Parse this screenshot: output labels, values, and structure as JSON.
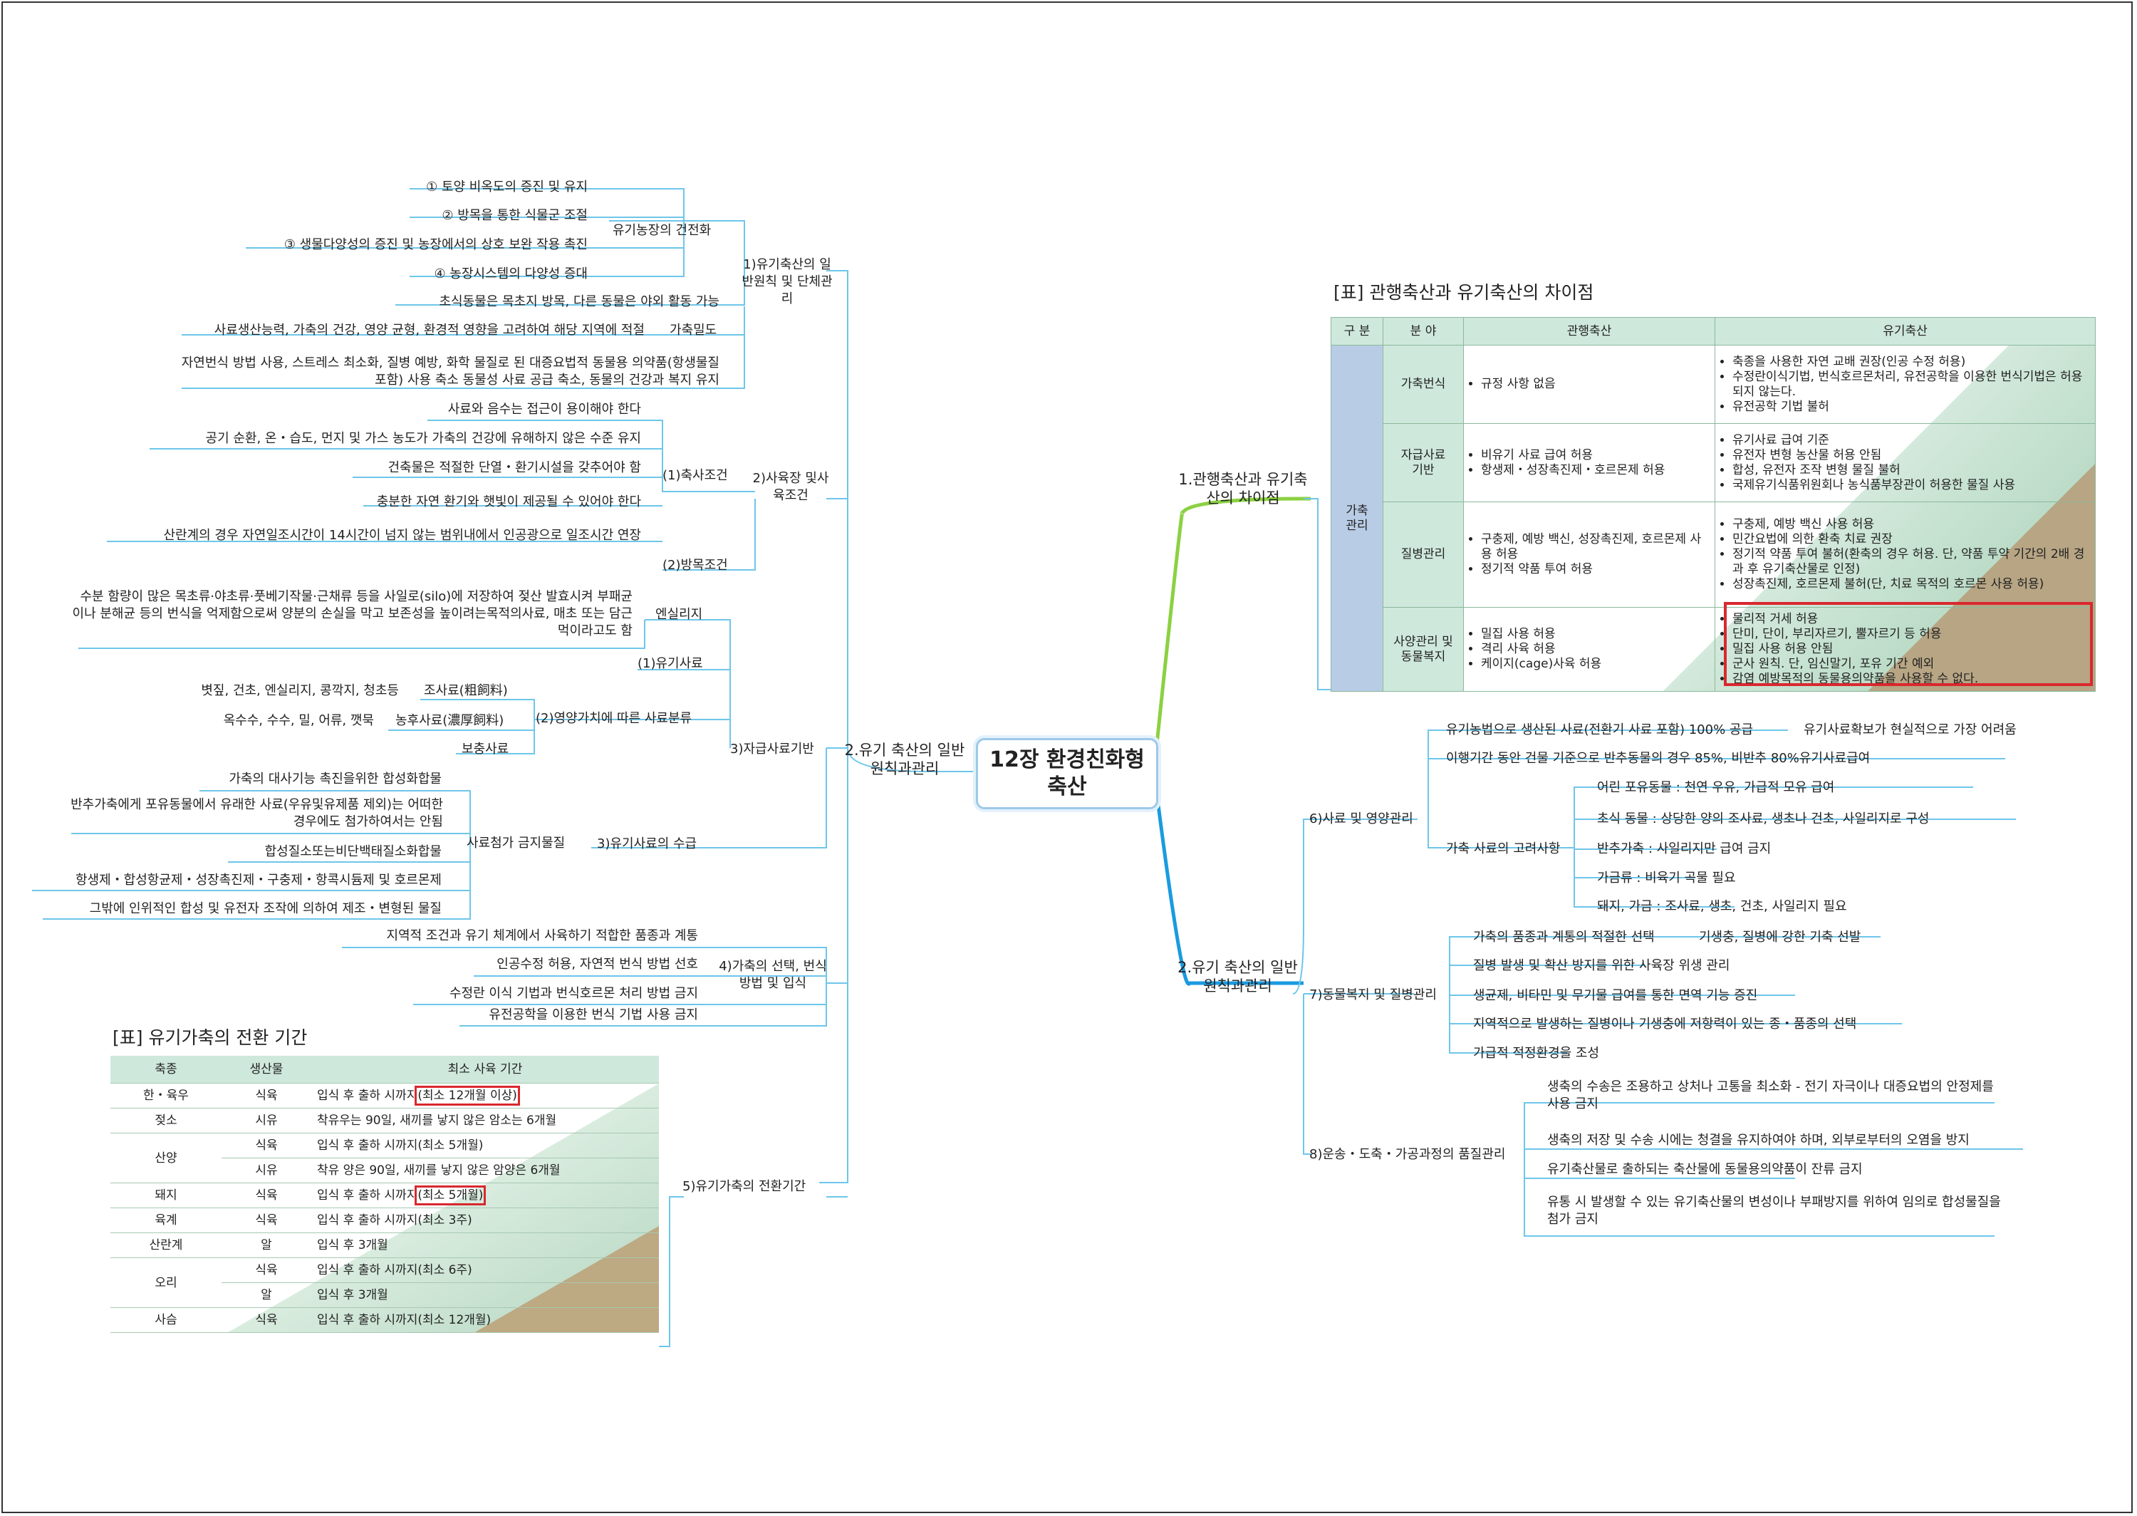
{
  "center": {
    "title": "12장 환경친화형\n축산"
  },
  "left": {
    "branch_main": "2.유기 축산의 일반원칙과관리",
    "s1": {
      "label": "1)유기축산의 일반원칙 및 단체관리",
      "farm_health_label": "유기농장의 건전화",
      "farm_health_items": [
        "① 토양 비옥도의 증진 및 유지",
        "② 방목을 통한 식물군 조절",
        "③ 생물다양성의 증진 및 농장에서의 상호 보완 작용 촉진",
        "④ 농장시스템의 다양성 증대"
      ],
      "herbivore": "초식동물은 목초지 방목, 다른 동물은 야외 활동 가능",
      "density_label": "가축밀도",
      "density_text": "사료생산능력, 가축의 건강, 영양 균형, 환경적 영향을 고려하여 해당 지역에 적절",
      "natural_text": "자연번식 방법 사용, 스트레스 최소화, 질병 예방, 화학 물질로 된 대증요법적 동물용 의약품(항생물질 포함) 사용 축소 동물성 사료 공급 축소, 동물의 건강과 복지 유지"
    },
    "s2": {
      "label": "2)사육장 및사육조건",
      "housing_label": "(1)축사조건",
      "housing_items": [
        "사료와 음수는 접근이 용이해야 한다",
        "공기 순환, 온・습도, 먼지 및 가스 농도가 가축의 건강에 유해하지 않은 수준 유지",
        "건축물은 적절한 단열・환기시설을 갖추어야 함",
        "충분한 자연 환기와 햇빛이 제공될 수 있어야 한다",
        "산란계의 경우 자연일조시간이 14시간이 넘지 않는 범위내에서 인공광으로 일조시간 연장"
      ],
      "grazing_label": "(2)방목조건"
    },
    "s3": {
      "label": "3)자급사료기반",
      "silage_label": "엔실리지",
      "silage_text": "수분 함량이 많은 목초류·야초류·풋베기작물·근채류 등을 사일로(silo)에 저장하여 젖산 발효시켜 부패균이나 분해균 등의 번식을 억제함으로써 양분의 손실을 막고 보존성을 높이려는목적의사료, 매초 또는 담근먹이라고도 함",
      "organic_feed": "(1)유기사료",
      "nutrition_label": "(2)영양가치에 따른 사료분류",
      "coarse_label": "조사료(粗飼料)",
      "coarse_items": "볏짚, 건초, 엔실리지, 콩깍지, 청초등",
      "concentrate_label": "농후사료(濃厚飼料)",
      "concentrate_items": "옥수수, 수수, 밀, 어류, 깻묵",
      "supplement_label": "보충사료",
      "supply_label": "3)유기사료의 수급",
      "prohibited_label": "사료첨가 금지물질",
      "prohibited_items": [
        "가축의 대사기능 촉진을위한 합성화합물",
        "반추가축에게 포유동물에서 유래한 사료(우유및유제품 제외)는 어떠한 경우에도 첨가하여서는 안됨",
        "합성질소또는비단백태질소화합물",
        "항생제・합성항균제・성장촉진제・구충제・항콕시듐제 및 호르몬제",
        "그밖에 인위적인 합성 및 유전자 조작에 의하여 제조・변형된 물질"
      ]
    },
    "s4": {
      "label": "4)가축의 선택, 번식방법 및 입식",
      "items": [
        "지역적 조건과 유기 체계에서 사육하기 적합한 품종과 계통",
        "인공수정 허용, 자연적 번식 방법 선호",
        "수정란 이식 기법과 번식호르몬 처리 방법 금지",
        "유전공학을 이용한 번식 기법 사용 금지"
      ]
    },
    "s5": {
      "label": "5)유기가축의 전환기간"
    }
  },
  "conversion_table": {
    "title": "[표] 유기가축의 전환 기간",
    "headers": [
      "축종",
      "생산물",
      "최소 사육 기간"
    ],
    "rows": [
      {
        "species": "한・육우",
        "product": "식육",
        "period": "입식 후 출하 시까지",
        "highlight": "(최소 12개월 이상)"
      },
      {
        "species": "젖소",
        "product": "시유",
        "period": "착유우는 90일, 새끼를 낳지 않은 암소는 6개월",
        "highlight": ""
      },
      {
        "species": "산양",
        "product": "식육",
        "period": "입식 후 출하 시까지(최소 5개월)",
        "highlight": ""
      },
      {
        "species": "",
        "product": "시유",
        "period": "착유 양은 90일, 새끼를 낳지 않은 암양은 6개월",
        "highlight": ""
      },
      {
        "species": "돼지",
        "product": "식육",
        "period": "입식 후 출하 시까지",
        "highlight": "(최소 5개월)"
      },
      {
        "species": "육계",
        "product": "식육",
        "period": "입식 후 출하 시까지(최소 3주)",
        "highlight": ""
      },
      {
        "species": "산란계",
        "product": "알",
        "period": "입식 후 3개월",
        "highlight": ""
      },
      {
        "species": "오리",
        "product": "식육",
        "period": "입식 후 출하 시까지(최소 6주)",
        "highlight": ""
      },
      {
        "species": "",
        "product": "알",
        "period": "입식 후 3개월",
        "highlight": ""
      },
      {
        "species": "사슴",
        "product": "식육",
        "period": "입식 후 출하 시까지(최소 12개월)",
        "highlight": ""
      }
    ]
  },
  "right": {
    "branch1": "1.관행축산과 유기축산의 차이점",
    "branch2": "2.유기 축산의 일반원칙과관리",
    "s6": {
      "label": "6)사료 및 영양관리",
      "feed100": "유기농법으로 생산된 사료(전환기 사료 포함) 100% 공급",
      "feed100_note": "유기사료확보가 현실적으로 가장 어려움",
      "transition": "이행기간 동안 건물 기준으로 반추동물의 경우 85%, 비반추 80%유기사료급여",
      "consider_label": "가축 사료의 고려사항",
      "consider_items": [
        "어린 포유동물 : 천연 우유, 가급적 모유 급여",
        "초식 동물 : 상당한 양의 조사료, 생초나 건초, 사일리지로 구성",
        "반추가축 : 사일리지만 급여 금지",
        "가금류 : 비육기 곡물 필요",
        "돼지, 가금 : 조사료, 생초, 건초, 사일리지 필요"
      ]
    },
    "s7": {
      "label": "7)동물복지 및 질병관리",
      "breed": "가축의 품종과 계통의 적절한 선택",
      "breed_note": "기생충, 질병에 강한 기축 선발",
      "items": [
        "질병 발생 및 확산 방지를 위한 사육장 위생 관리",
        "생균제, 비타민 및 무기물 급여를 통한 면역 기능 증진",
        "지역적으로 발생하는 질병이나 기생충에 저항력이 있는 종・품종의 선택",
        "가급적 적정환경을 조성"
      ]
    },
    "s8": {
      "label": "8)운송・도축・가공과정의 품질관리",
      "items": [
        "생축의 수송은 조용하고 상처나 고통을 최소화 - 전기 자극이나 대증요법의 안정제를 사용 금지",
        "생축의 저장 및 수송 시에는 청결을 유지하여야 하며, 외부로부터의 오염을 방지",
        "유기축산물로 출하되는 축산물에 동물용의약품이 잔류 금지",
        "유통 시 발생할 수 있는 유기축산물의 변성이나 부패방지를 위하여 임의로 합성물질을 첨가 금지"
      ]
    }
  },
  "comparison_table": {
    "title": "[표] 관행축산과 유기축산의 차이점",
    "headers": [
      "구 분",
      "분 야",
      "관행축산",
      "유기축산"
    ],
    "category": "가축\n관리",
    "rows": [
      {
        "area": "가축번식",
        "conventional": [
          "규정 사항 없음"
        ],
        "organic": [
          "축종을 사용한 자연 교배 권장(인공 수정 허용)",
          "수정란이식기법, 번식호르몬처리, 유전공학을 이용한 번식기법은 허용되지 않는다.",
          "유전공학 기법 불허"
        ]
      },
      {
        "area": "자급사료\n기반",
        "conventional": [
          "비유기 사료 급여 허용",
          "항생제・성장촉진제・호르몬제 허용"
        ],
        "organic": [
          "유기사료 급여 기준",
          "유전자 변형 농산물 허용 안됨",
          "합성, 유전자 조작 변형 물질 불허",
          "국제유기식품위원회나 농식품부장관이 허용한 물질 사용"
        ]
      },
      {
        "area": "질병관리",
        "conventional": [
          "구충제, 예방 백신, 성장촉진제, 호르몬제 사용 허용",
          "정기적 약품 투여 허용"
        ],
        "organic": [
          "구충제, 예방 백신 사용 허용",
          "민간요법에 의한 환축 치료 권장",
          "정기적 약품 투여 불허(환축의 경우 허용. 단, 약품 투약 기간의 2배 경과 후 유기축산물로 인정)",
          "성장촉진제, 호르몬제 불허(단, 치료 목적의 호르몬 사용 허용)"
        ]
      },
      {
        "area": "사양관리 및\n동물복지",
        "conventional": [
          "밀집 사용 허용",
          "격리 사육 허용",
          "케이지(cage)사육 허용"
        ],
        "organic": [
          "물리적 거세 허용",
          "단미, 단이, 부리자르기, 뿔자르기 등 허용",
          "밀집 사용 허용 안됨",
          "군사 원칙. 단, 임신말기, 포유 기간 예외",
          "감염 예방목적의 동물용의약품을 사용할 수 없다."
        ]
      }
    ]
  },
  "colors": {
    "connector_left": "#6ec6ea",
    "connector_right_top": "#8bd142",
    "connector_right_bottom": "#1a9be0",
    "highlight": "#d9282f",
    "table_header": "#cfe8dc",
    "category_cell": "#b9cce6"
  }
}
